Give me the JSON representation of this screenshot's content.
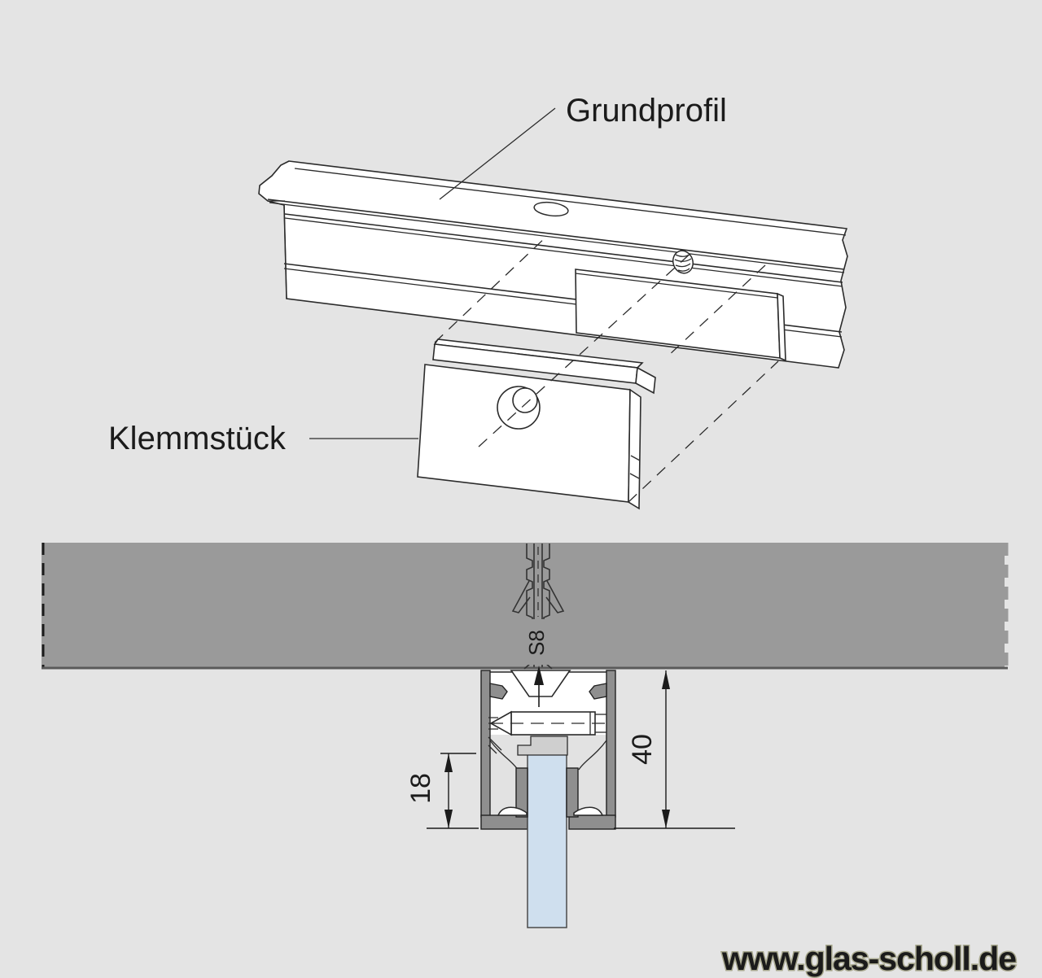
{
  "diagram": {
    "labels": {
      "base_profile": "Grundprofil",
      "clamp_piece": "Klemmstück"
    },
    "dimensions": {
      "glass_inset": "18",
      "profile_height": "40",
      "dowel_size": "S8"
    },
    "watermark": {
      "text": "www.glas-scholl.de",
      "color": "#e9e966"
    },
    "colors": {
      "background": "#e4e4e4",
      "ceiling_gray": "#9a9a9a",
      "ceiling_edge": "#5a5a5a",
      "profile_gray": "#8f8f8f",
      "interior_gray": "#e2e2e2",
      "clamp_strip_gray": "#cfcfcf",
      "glass_blue": "#cfdfee",
      "line_dark": "#2b2b2b"
    }
  }
}
